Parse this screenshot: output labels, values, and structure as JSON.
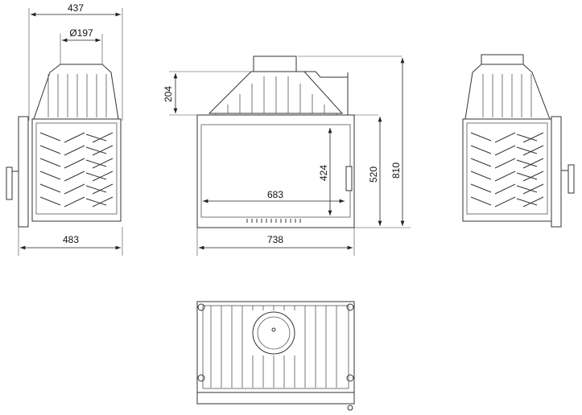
{
  "title": "Fireplace insert dimension drawing",
  "views": {
    "side_left": {
      "width_top": "437",
      "flue_diameter": "Ø197",
      "width_bottom": "483"
    },
    "front": {
      "hood_height": "204",
      "glass_width": "683",
      "glass_height": "424",
      "body_height": "520",
      "total_height": "810",
      "body_width": "738"
    }
  },
  "colors": {
    "line": "#333333",
    "background": "#ffffff"
  }
}
